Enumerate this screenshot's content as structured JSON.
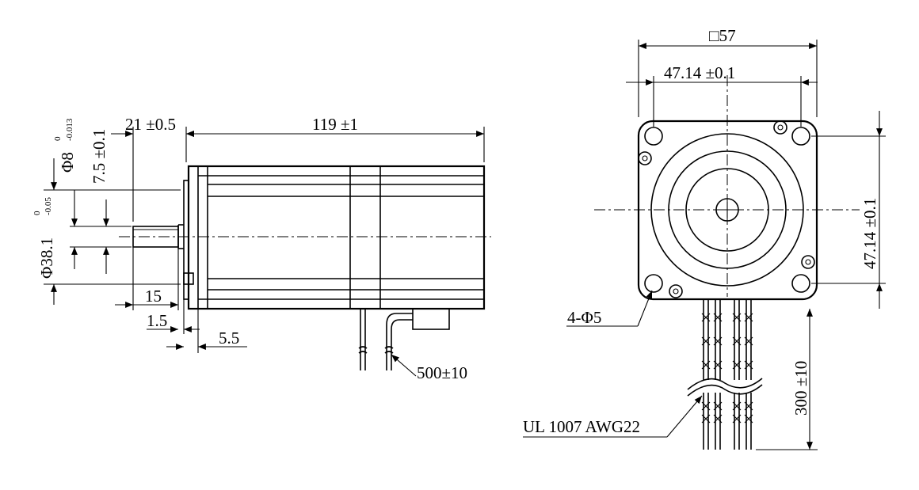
{
  "side_view": {
    "dim_length": "119 ±1",
    "dim_flange": "21 ±0.5",
    "dim_flat": "7.5 ±0.1",
    "dim_shaft": "Φ8",
    "dim_shaft_tol_upper": "0",
    "dim_shaft_tol_lower": "-0.013",
    "dim_boss": "Φ38.1",
    "dim_boss_tol_upper": "0",
    "dim_boss_tol_lower": "-0.05",
    "dim_flat_len": "15",
    "dim_boss_h": "1.5",
    "dim_flange_t": "5.5",
    "dim_lead": "500±10"
  },
  "front_view": {
    "dim_square": "□57",
    "dim_holes_h": "47.14 ±0.1",
    "dim_holes_v": "47.14 ±0.1",
    "dim_mount": "4-Φ5",
    "dim_lead_len": "300 ±10",
    "wire_spec": "UL 1007 AWG22"
  }
}
